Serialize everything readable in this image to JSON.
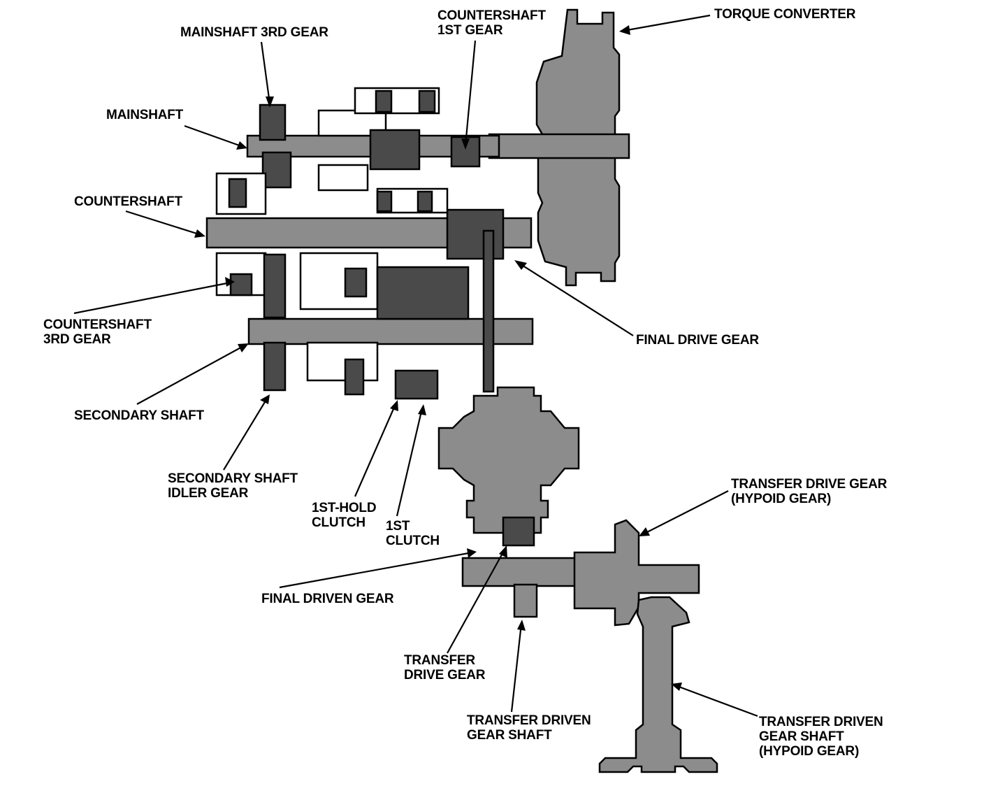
{
  "labels": {
    "mainshaft_3rd_gear": [
      "MAINSHAFT 3RD GEAR"
    ],
    "mainshaft": [
      "MAINSHAFT"
    ],
    "countershaft": [
      "COUNTERSHAFT"
    ],
    "countershaft_3rd_gear": [
      "COUNTERSHAFT",
      "3RD GEAR"
    ],
    "secondary_shaft": [
      "SECONDARY SHAFT"
    ],
    "secondary_shaft_idler_gear": [
      "SECONDARY SHAFT",
      "IDLER GEAR"
    ],
    "first_hold_clutch": [
      "1ST-HOLD",
      "CLUTCH"
    ],
    "first_clutch": [
      "1ST",
      "CLUTCH"
    ],
    "countershaft_1st_gear": [
      "COUNTERSHAFT",
      "1ST GEAR"
    ],
    "torque_converter": [
      "TORQUE CONVERTER"
    ],
    "final_drive_gear": [
      "FINAL DRIVE GEAR"
    ],
    "final_driven_gear": [
      "FINAL DRIVEN GEAR"
    ],
    "transfer_drive_gear": [
      "TRANSFER",
      "DRIVE GEAR"
    ],
    "transfer_driven_gear_shaft": [
      "TRANSFER DRIVEN",
      "GEAR SHAFT"
    ],
    "transfer_drive_gear_hypoid": [
      "TRANSFER DRIVE GEAR",
      "(HYPOID GEAR)"
    ],
    "transfer_driven_gear_shaft_hypoid": [
      "TRANSFER DRIVEN",
      "GEAR SHAFT",
      "(HYPOID GEAR)"
    ]
  }
}
